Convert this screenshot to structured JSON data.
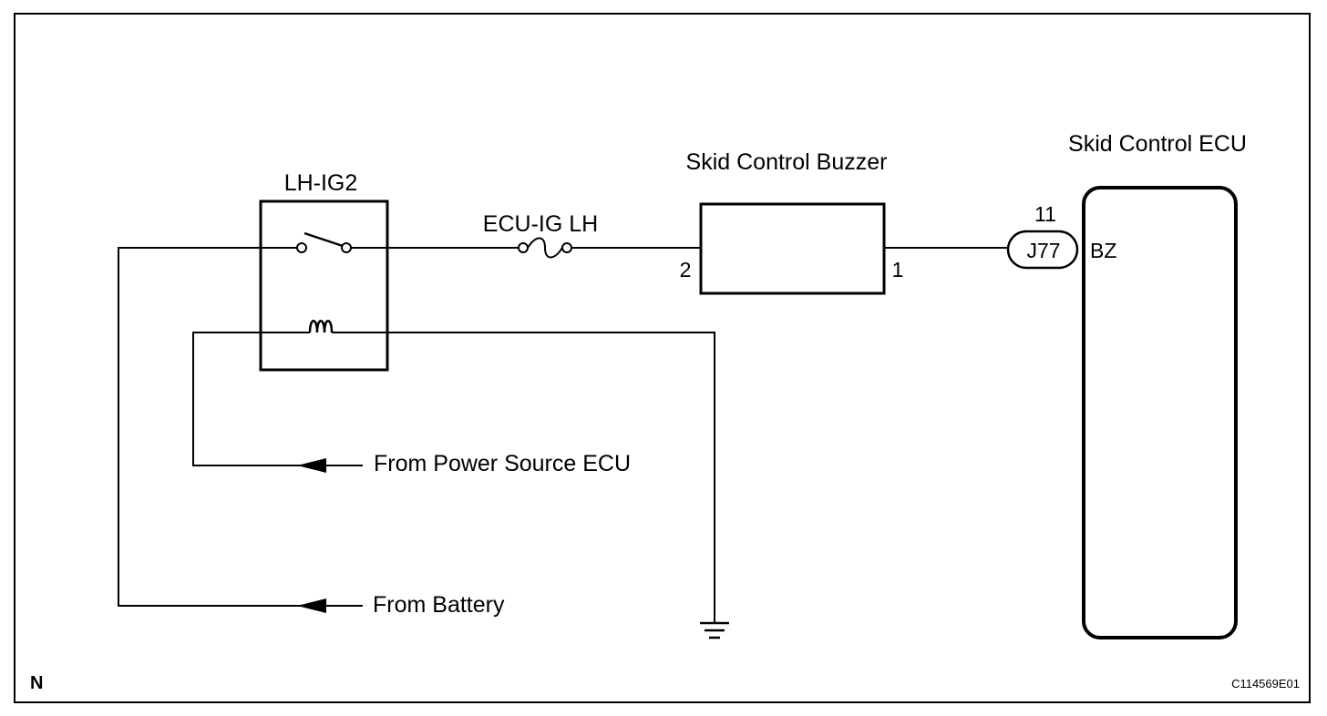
{
  "relay": {
    "name": "LH-IG2"
  },
  "fuse": {
    "name": "ECU-IG LH"
  },
  "buzzer": {
    "name": "Skid Control Buzzer",
    "pin_left": "2",
    "pin_right": "1"
  },
  "ecu": {
    "name": "Skid Control ECU",
    "connector": "J77",
    "pin_number": "11",
    "terminal": "BZ"
  },
  "sources": {
    "power_source_ecu": "From Power Source ECU",
    "battery": "From Battery"
  },
  "corner_label": "N",
  "figure_code": "C114569E01"
}
